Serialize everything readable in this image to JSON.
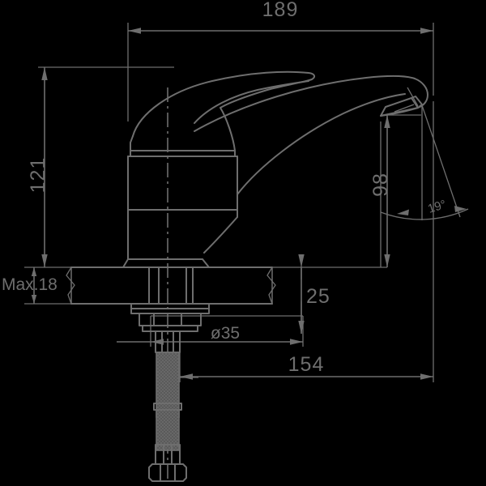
{
  "drawing": {
    "title": "Single-lever basin mixer tap dimensional drawing",
    "units": "mm",
    "background_color": "#000000",
    "line_color": "#6e6e6e",
    "hose_fill_color": "#5d5d5d"
  },
  "dimensions": {
    "overall_length": "189",
    "overall_height": "121",
    "spout_height": "98",
    "deck_thickness_max": "Max.18",
    "spout_reach_offset": "25",
    "mounting_hole_diameter": "ø35",
    "shank_length": "154",
    "aerator_angle": "19°"
  },
  "labels": [
    {
      "id": "dim-189",
      "text": "189",
      "kind": "linear-horizontal"
    },
    {
      "id": "dim-121",
      "text": "121",
      "kind": "linear-vertical"
    },
    {
      "id": "dim-98",
      "text": "98",
      "kind": "linear-vertical"
    },
    {
      "id": "dim-max18",
      "text": "Max.18",
      "kind": "linear-vertical"
    },
    {
      "id": "dim-25",
      "text": "25",
      "kind": "linear-vertical"
    },
    {
      "id": "dim-d35",
      "text": "ø35",
      "kind": "diameter"
    },
    {
      "id": "dim-154",
      "text": "154",
      "kind": "linear-horizontal"
    },
    {
      "id": "dim-19deg",
      "text": "19°",
      "kind": "angular"
    }
  ],
  "components": {
    "lever_handle": "lever-handle",
    "body_column": "body-column",
    "spout": "curved-spout",
    "aerator": "aerator-outlet",
    "deck": "countertop-section",
    "mounting_nut": "mounting-nut",
    "flexible_hose": "flexible-hose",
    "hex_nut": "hex-nut",
    "centerline": "vertical-centerline"
  }
}
